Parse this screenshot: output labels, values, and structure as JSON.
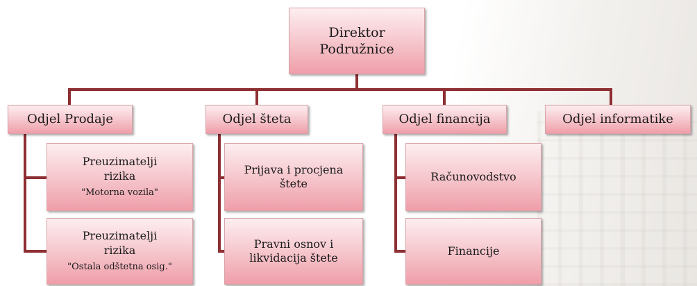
{
  "director": {
    "line1": "Direktor",
    "line2": "Podružnice"
  },
  "departments": [
    {
      "label": "Odjel Prodaje"
    },
    {
      "label": "Odjel šteta"
    },
    {
      "label": "Odjel financija"
    },
    {
      "label": "Odjel informatike"
    }
  ],
  "prodaje_units": [
    {
      "line1": "Preuzimatelji",
      "line2": "rizika",
      "note": "\"Motorna vozila\""
    },
    {
      "line1": "Preuzimatelji",
      "line2": "rizika",
      "note": "\"Ostala odštetna osig.\""
    }
  ],
  "steta_units": [
    {
      "line1": "Prijava i procjena",
      "line2": "štete"
    },
    {
      "line1": "Pravni osnov i",
      "line2": "likvidacija štete"
    }
  ],
  "financija_units": [
    {
      "label": "Računovodstvo"
    },
    {
      "label": "Financije"
    }
  ],
  "colors": {
    "connector": "#8e2f33",
    "box_top": "#fdeef0",
    "box_bottom": "#ef9ea9",
    "box_border": "#d9a3a8"
  }
}
